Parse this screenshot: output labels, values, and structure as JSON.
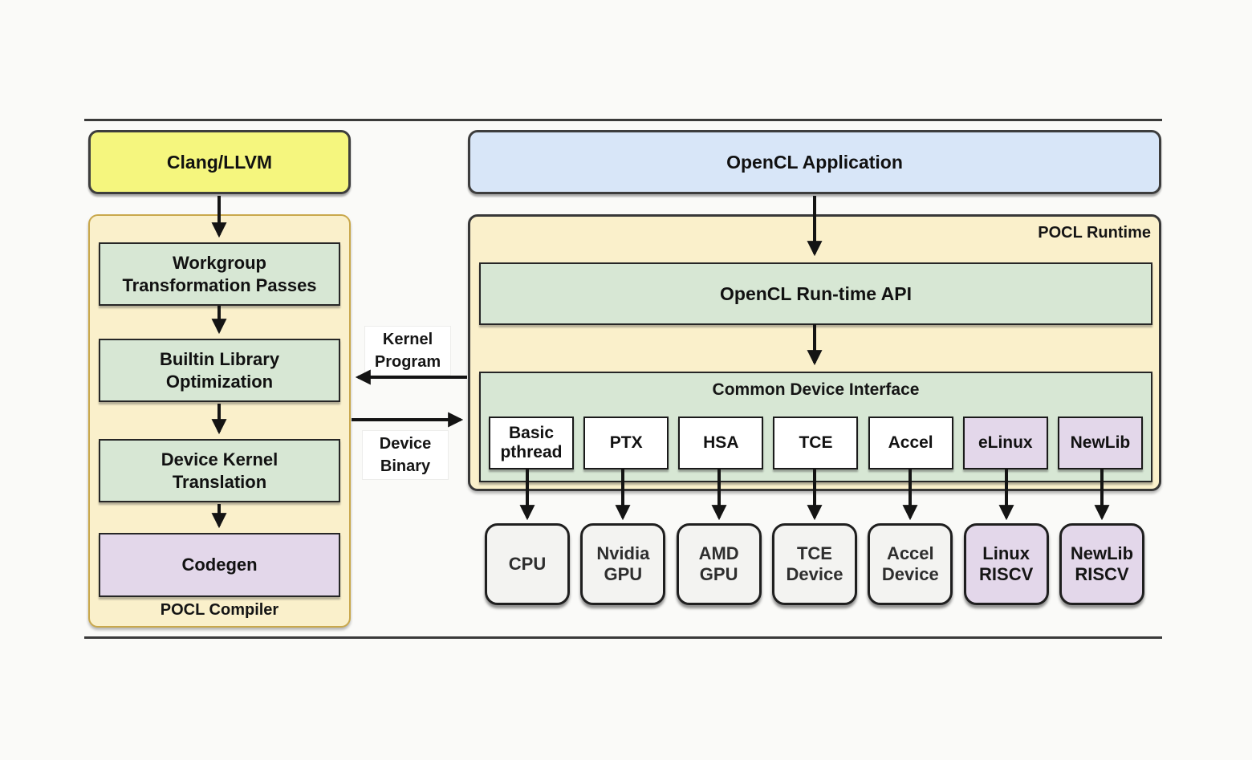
{
  "palette": {
    "background": "#fafaf8",
    "yellow": "#f5f67e",
    "cream": "#faf0cb",
    "cream_border": "#c9a84c",
    "green": "#d7e7d4",
    "purple": "#e3d7ea",
    "blue": "#d8e6f8",
    "gray": "#f3f3f1",
    "white": "#ffffff",
    "line": "#1c1c1c"
  },
  "compiler": {
    "input_label": "Clang/LLVM",
    "container_label": "POCL Compiler",
    "stages": [
      {
        "label": "Workgroup\nTransformation Passes"
      },
      {
        "label": "Builtin Library\nOptimization"
      },
      {
        "label": "Device Kernel\nTranslation"
      },
      {
        "label": "Codegen"
      }
    ]
  },
  "runtime": {
    "input_label": "OpenCL Application",
    "container_label": "POCL Runtime",
    "api_label": "OpenCL Run-time API",
    "cdi_label": "Common Device Interface",
    "drivers": [
      {
        "label": "Basic\npthread"
      },
      {
        "label": "PTX"
      },
      {
        "label": "HSA"
      },
      {
        "label": "TCE"
      },
      {
        "label": "Accel"
      },
      {
        "label": "eLinux"
      },
      {
        "label": "NewLib"
      }
    ]
  },
  "devices": [
    {
      "label": "CPU"
    },
    {
      "label": "Nvidia\nGPU"
    },
    {
      "label": "AMD\nGPU"
    },
    {
      "label": "TCE\nDevice"
    },
    {
      "label": "Accel\nDevice"
    },
    {
      "label": "Linux\nRISCV"
    },
    {
      "label": "NewLib\nRISCV"
    }
  ],
  "flow_labels": {
    "kernel_program": "Kernel\nProgram",
    "device_binary": "Device\nBinary"
  }
}
